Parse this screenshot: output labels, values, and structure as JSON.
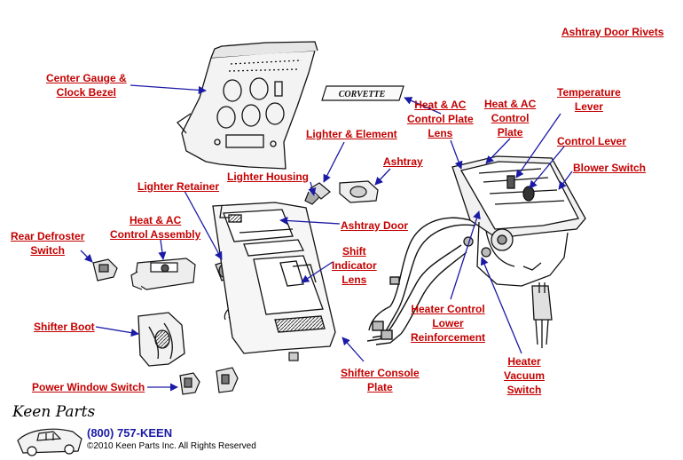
{
  "labels": {
    "ashtray_door_rivets": [
      "Ashtray Door Rivets"
    ],
    "center_gauge_bezel": [
      "Center Gauge &",
      "Clock Bezel"
    ],
    "heat_ac_plate_lens": [
      "Heat & AC",
      "Control Plate",
      "Lens"
    ],
    "heat_ac_plate": [
      "Heat & AC",
      "Control",
      "Plate"
    ],
    "temperature_lever": [
      "Temperature",
      "Lever"
    ],
    "control_lever": [
      "Control Lever"
    ],
    "blower_switch": [
      "Blower Switch"
    ],
    "lighter_element": [
      "Lighter & Element"
    ],
    "ashtray": [
      "Ashtray"
    ],
    "lighter_housing": [
      "Lighter Housing"
    ],
    "lighter_retainer": [
      "Lighter Retainer"
    ],
    "heat_ac_assembly": [
      "Heat & AC",
      "Control Assembly"
    ],
    "ashtray_door": [
      "Ashtray Door"
    ],
    "rear_defroster": [
      "Rear Defroster",
      "Switch"
    ],
    "shift_indicator_lens": [
      "Shift",
      "Indicator",
      "Lens"
    ],
    "shifter_boot": [
      "Shifter Boot"
    ],
    "heater_control_reinforcement": [
      "Heater Control",
      "Lower",
      "Reinforcement"
    ],
    "heater_vacuum_switch": [
      "Heater",
      "Vacuum",
      "Switch"
    ],
    "shifter_console_plate": [
      "Shifter Console",
      "Plate"
    ],
    "power_window_switch": [
      "Power Window Switch"
    ]
  },
  "footer": {
    "logo_script": "Keen Parts",
    "phone": "(800) 757-KEEN",
    "copyright": "©2010 Keen Parts Inc. All Rights Reserved"
  },
  "badge_text": "CORVETTE",
  "colors": {
    "label": "#c40000",
    "arrow": "#1a1aa6",
    "line_art": "#111111"
  }
}
